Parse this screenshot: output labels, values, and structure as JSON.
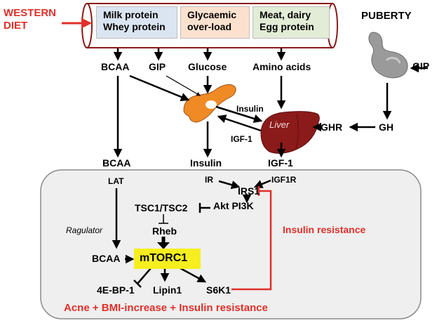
{
  "western_diet": [
    "WESTERN",
    "DIET"
  ],
  "diet_boxes": [
    {
      "lines": [
        "Milk protein",
        "Whey protein"
      ],
      "color": "#dbe5f1"
    },
    {
      "lines": [
        "Glycaemic",
        "over-load"
      ],
      "color": "#fde1cf"
    },
    {
      "lines": [
        "Meat, dairy",
        "Egg protein"
      ],
      "color": "#e2ecd6"
    }
  ],
  "nutrients": {
    "bcaa": "BCAA",
    "gip": "GIP",
    "glucose": "Glucose",
    "amino_acids": "Amino acids"
  },
  "puberty": {
    "title": "PUBERTY",
    "gip": "GIP",
    "gh": "GH",
    "ghr": "GHR"
  },
  "organs": {
    "insulin": "Insulin",
    "liver": "Liver",
    "igf1": "IGF-1"
  },
  "mid": {
    "bcaa": "BCAA",
    "insulin": "Insulin",
    "igf1": "IGF-1"
  },
  "cell": {
    "lat": "LAT",
    "ir": "IR",
    "igf1r": "IGF1R",
    "irs1": "IRS1",
    "tsc": "TSC1/TSC2",
    "akt": "Akt PI3K",
    "ragulator": "Ragulator",
    "rheb": "Rheb",
    "bcaa": "BCAA",
    "mtorc1": "mTORC1",
    "eb": "4E-BP-1",
    "lipin": "Lipin1",
    "s6k1": "S6K1",
    "insulin_resistance": "Insulin resistance",
    "footer": "Acne + BMI-increase + Insulin resistance"
  },
  "colors": {
    "accent_red": "#e0302a",
    "mtorc1": "#f6ee1f",
    "pancreas": "#f08a24",
    "liver": "#8b1a1a",
    "gland": "#9a9a9a",
    "cell_fill": "#efefef"
  }
}
